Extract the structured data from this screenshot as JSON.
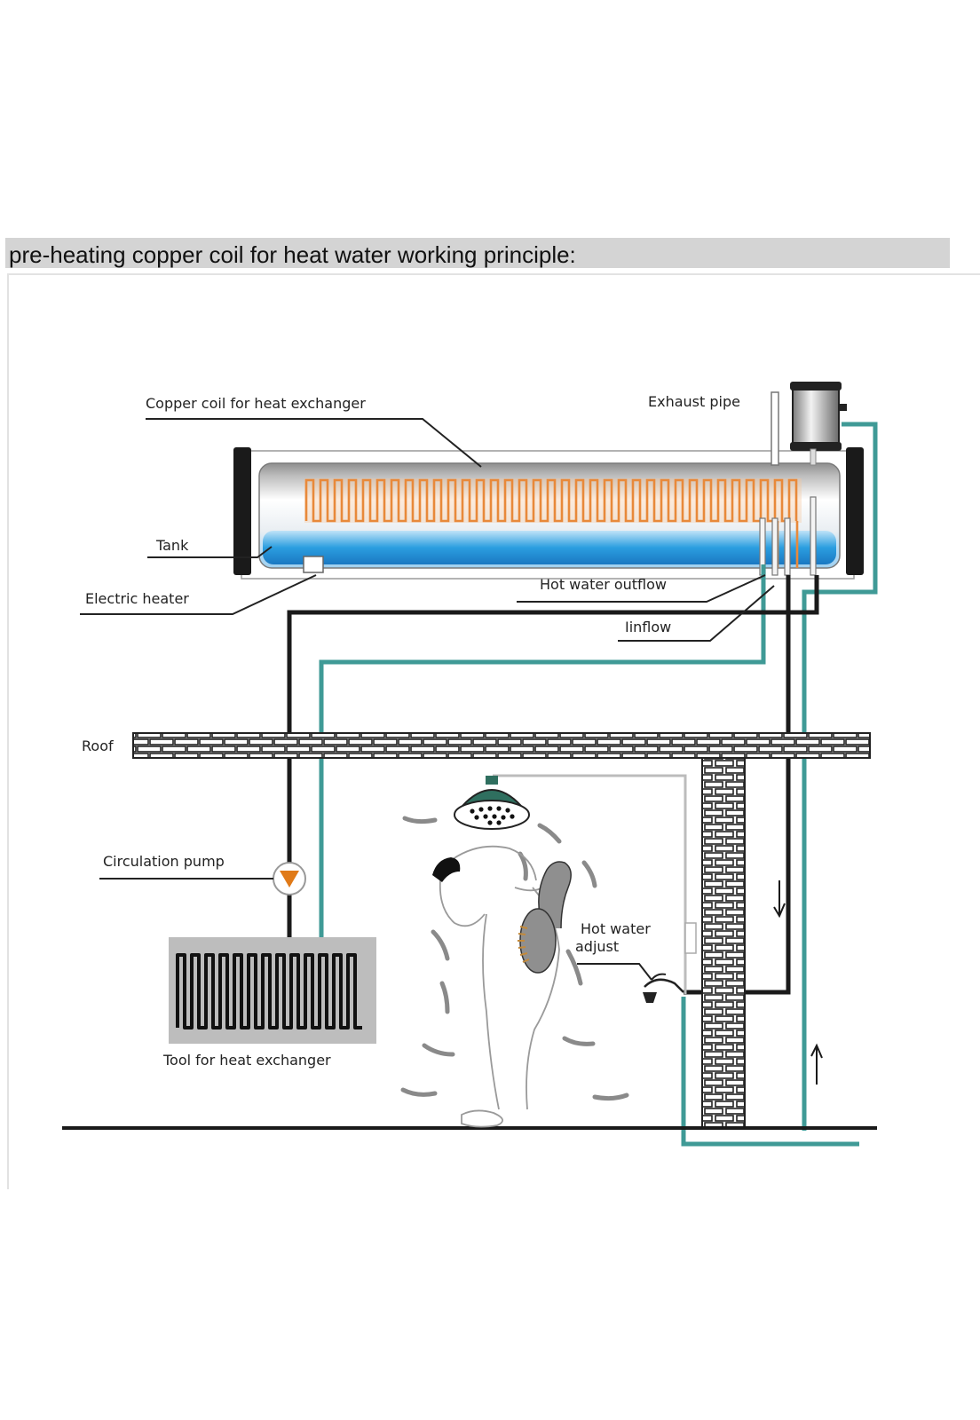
{
  "title": "pre-heating copper coil for heat water working principle:",
  "labels": {
    "copper_coil": "Copper coil for heat exchanger",
    "exhaust_pipe": "Exhaust pipe",
    "tank": "Tank",
    "electric_heater": "Electric heater",
    "hot_water_outflow": "Hot water outflow",
    "inflow": "Iinflow",
    "roof": "Roof",
    "circulation_pump": "Circulation pump",
    "hot_water_adjust_1": "Hot water",
    "hot_water_adjust_2": "adjust",
    "tool_heat_exchanger": "Tool for heat exchanger"
  },
  "colors": {
    "coil": "#e8893a",
    "water": "#2a9ad8",
    "pipe_teal": "#3f9a96",
    "pipe_black": "#1a1a1a",
    "pump": "#e07a18"
  }
}
